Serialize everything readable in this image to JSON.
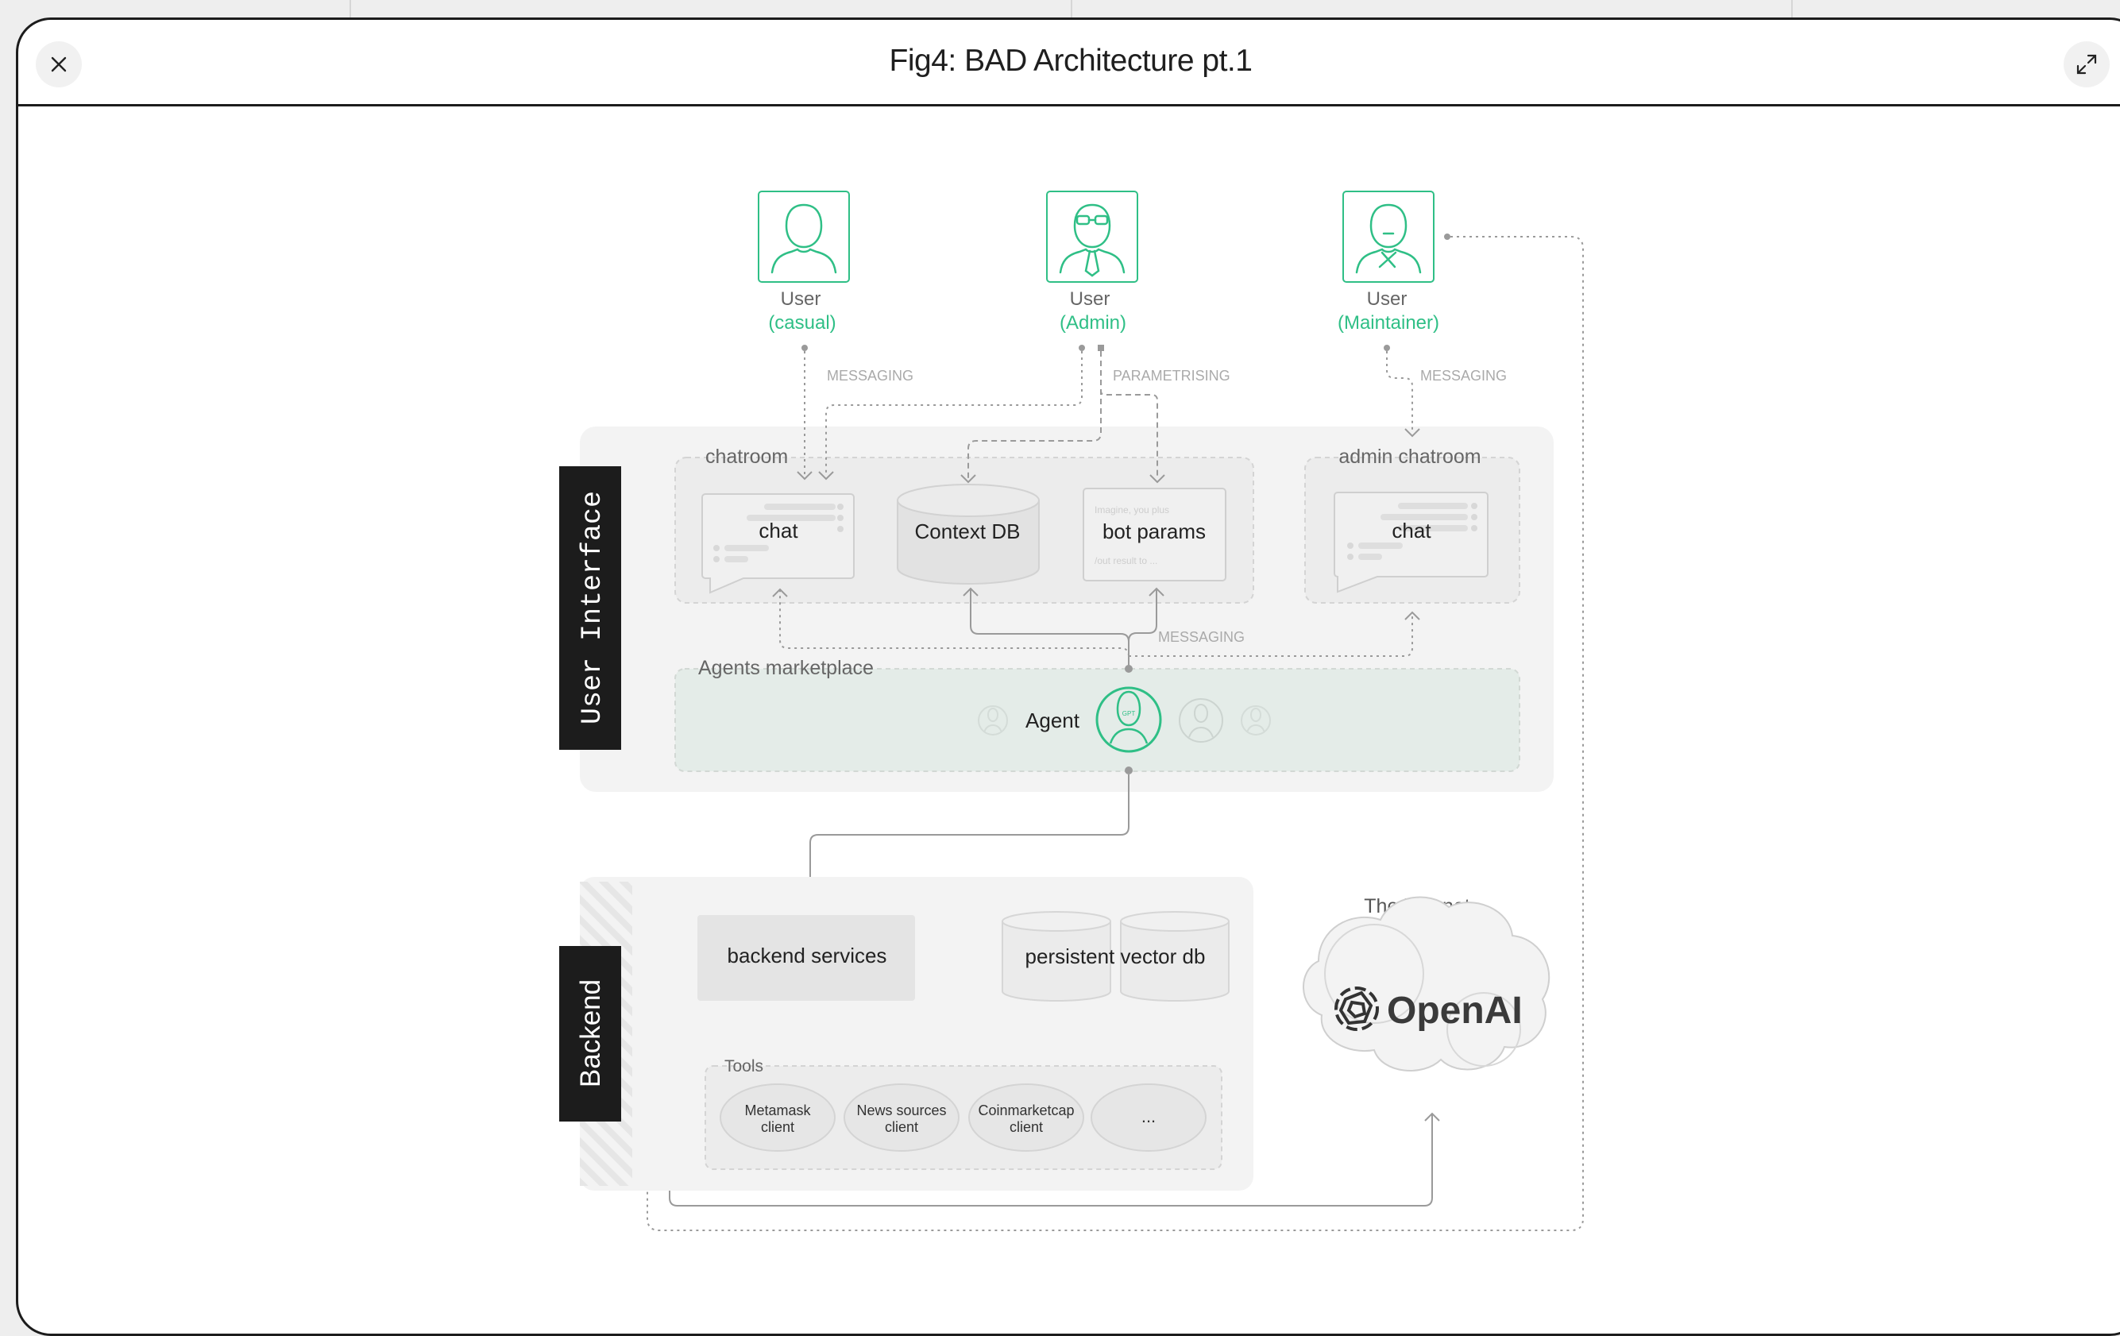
{
  "modal": {
    "title": "Fig4: BAD Architecture pt.1"
  },
  "icons": {
    "close": "close-icon",
    "expand": "expand-icon"
  },
  "colors": {
    "accent": "#2fbf86",
    "dark": "#1c1c1c",
    "muted": "#9a9a9a"
  },
  "users": [
    {
      "line1": "User",
      "line2": "(casual)"
    },
    {
      "line1": "User",
      "line2": "(Admin)"
    },
    {
      "line1": "User",
      "line2": "(Maintainer)"
    }
  ],
  "edge_labels": {
    "messaging_1": "MESSAGING",
    "parametrising": "PARAMETRISING",
    "messaging_2": "MESSAGING",
    "messaging_3": "MESSAGING"
  },
  "sections": {
    "user_interface": "User Interface",
    "backend": "Backend"
  },
  "ui": {
    "chatroom": "chatroom",
    "admin_chatroom": "admin chatroom",
    "chat": "chat",
    "admin_chat": "chat",
    "context_db": "Context DB",
    "bot_params": "bot params",
    "bot_params_hint_1": "Imagine, you plus",
    "bot_params_hint_2": "/out result to ...",
    "agents_marketplace": "Agents marketplace",
    "agent": "Agent",
    "agent_badge": "GPT"
  },
  "backend": {
    "backend_services": "backend services",
    "persistent_db": "persistent vector db",
    "tools": "Tools",
    "tool_items": [
      {
        "line1": "Metamask",
        "line2": "client"
      },
      {
        "line1": "News sources",
        "line2": "client"
      },
      {
        "line1": "Coinmarketcap",
        "line2": "client"
      },
      {
        "line1": "...",
        "line2": ""
      }
    ]
  },
  "internet": {
    "label": "The internet",
    "provider": "OpenAI"
  }
}
